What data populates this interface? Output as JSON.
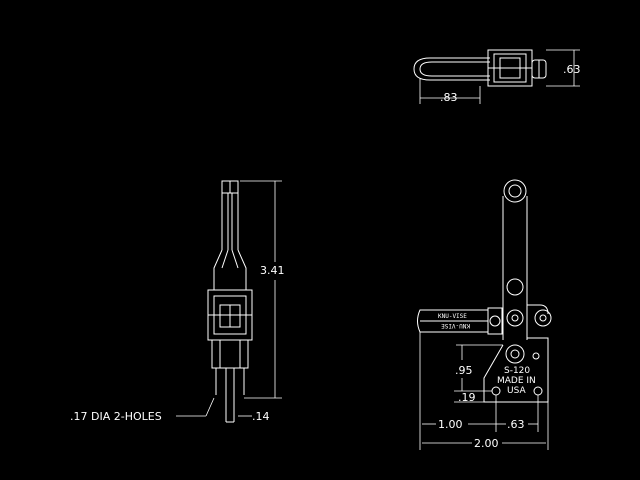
{
  "colors": {
    "background": "#000000",
    "line": "#ffffff"
  },
  "top_view": {
    "width_dim": ".83",
    "height_dim": ".63"
  },
  "side_view": {
    "height_dim": "3.41",
    "hole_note": ".17 DIA 2-HOLES",
    "thickness_dim": ".14"
  },
  "front_view": {
    "label_top": "KNU-VISE",
    "label_bottom": "KNU-VISE",
    "model": "S-120",
    "made_in": "MADE IN",
    "country": "USA",
    "dims": {
      "d1": ".95",
      "d2": ".19",
      "d3": "1.00",
      "d4": ".63",
      "d5": "2.00"
    }
  }
}
